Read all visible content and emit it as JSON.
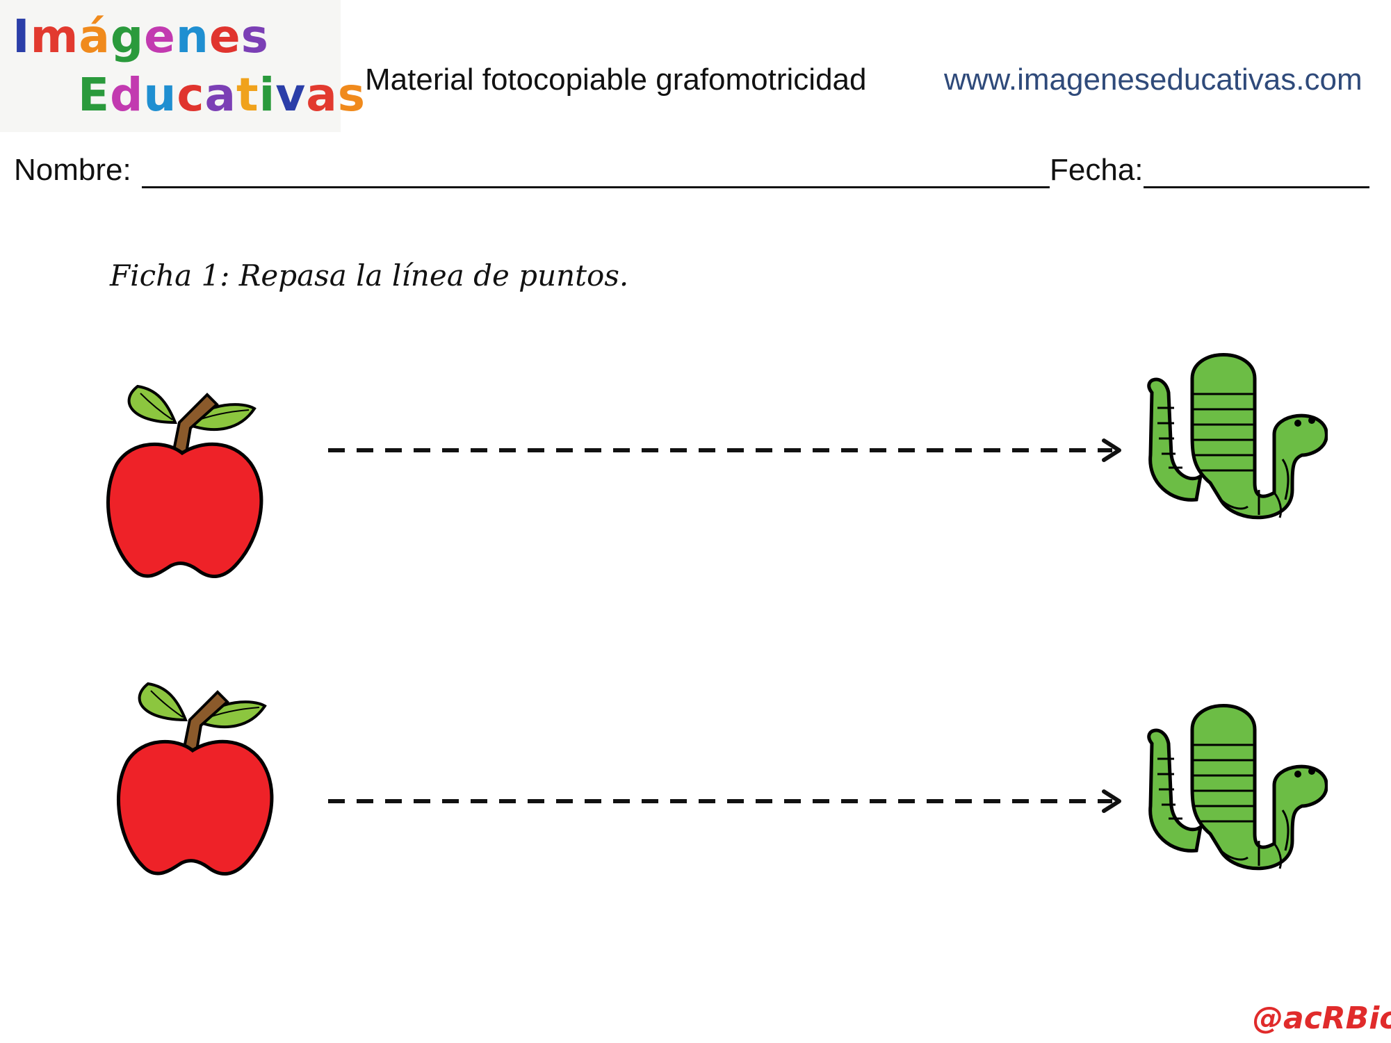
{
  "logo": {
    "line1": "Imágenes",
    "line2": "Educativas",
    "letter_colors": [
      "#2b3ea8",
      "#e23a2f",
      "#f08a1c",
      "#2a9a3c",
      "#c23ab0",
      "#1f8fd1",
      "#e0342e",
      "#7b3fb5",
      "#f0a21c",
      "#2a9a3c"
    ]
  },
  "header": {
    "title": "Material fotocopiable grafomotricidad",
    "url": "www.imageneseducativas.com",
    "url_color": "#2f4a7a"
  },
  "form": {
    "name_label": "Nombre:",
    "date_label": "Fecha:"
  },
  "instruction": "Ficha 1: Repasa la línea de puntos.",
  "exercises": [
    {
      "start_icon": "apple-icon",
      "end_icon": "worm-icon",
      "line_style": "dashed-arrow"
    },
    {
      "start_icon": "apple-icon",
      "end_icon": "worm-icon",
      "line_style": "dashed-arrow"
    }
  ],
  "colors": {
    "apple_red": "#ee2228",
    "leaf_green": "#8cc63f",
    "stem_brown": "#8b5a2b",
    "worm_green": "#6cbd45",
    "signature_red": "#e02b2b"
  },
  "signature": "@acRBio"
}
